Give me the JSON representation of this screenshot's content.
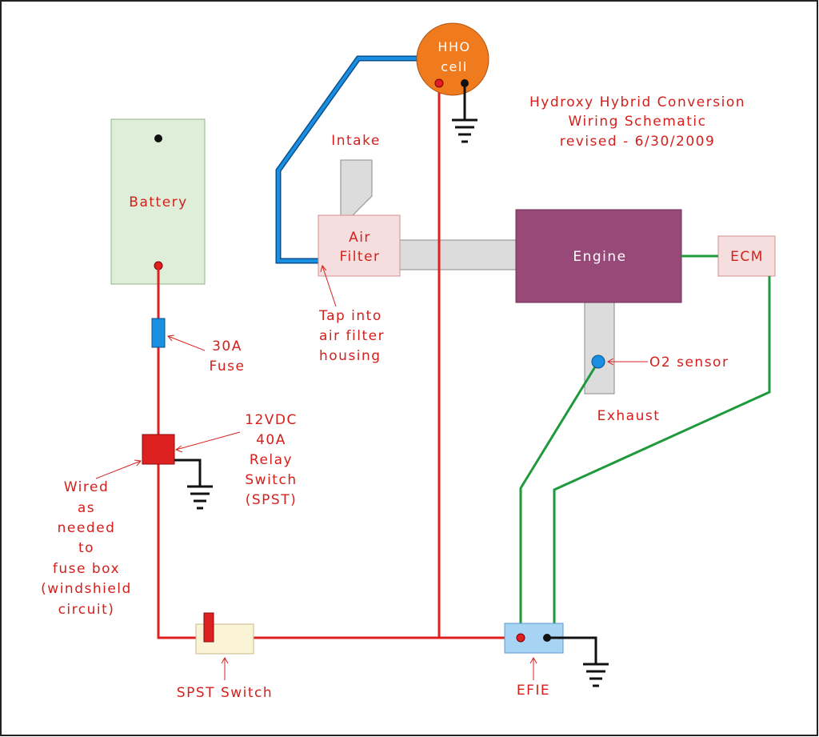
{
  "diagram": {
    "title_lines": [
      "Hydroxy Hybrid Conversion",
      "Wiring Schematic",
      "revised - 6/30/2009"
    ],
    "components": {
      "hho_cell": {
        "line1": "HHO",
        "line2": "cell",
        "fill": "#f07a1e"
      },
      "battery": {
        "label": "Battery",
        "fill": "#dfeed8"
      },
      "engine": {
        "label": "Engine",
        "fill": "#974978"
      },
      "ecm": {
        "label": "ECM",
        "fill": "#f7dede"
      },
      "air_filter": {
        "line1": "Air",
        "line2": "Filter",
        "fill": "#f7dede"
      },
      "efie": {
        "fill": "#a8d4f4"
      },
      "spst_switch": {
        "fill": "#fbf3d6"
      }
    },
    "labels": {
      "intake": "Intake",
      "exhaust": "Exhaust",
      "o2_sensor": "O2 sensor",
      "fuse": [
        "30A",
        "Fuse"
      ],
      "relay": [
        "12VDC",
        "40A",
        "Relay",
        "Switch",
        "(SPST)"
      ],
      "wired": [
        "Wired",
        "as",
        "needed",
        "to",
        "fuse box",
        "(windshield",
        "circuit)"
      ],
      "tap": [
        "Tap into",
        "air filter",
        "housing"
      ],
      "spst_switch": "SPST Switch",
      "efie": "EFIE"
    },
    "colors": {
      "power_wire": "#e02020",
      "sensor_wire": "#1e9a3c",
      "hose": "#1a8ee0",
      "ground_wire": "#111111",
      "label_text": "#d4201c"
    }
  }
}
